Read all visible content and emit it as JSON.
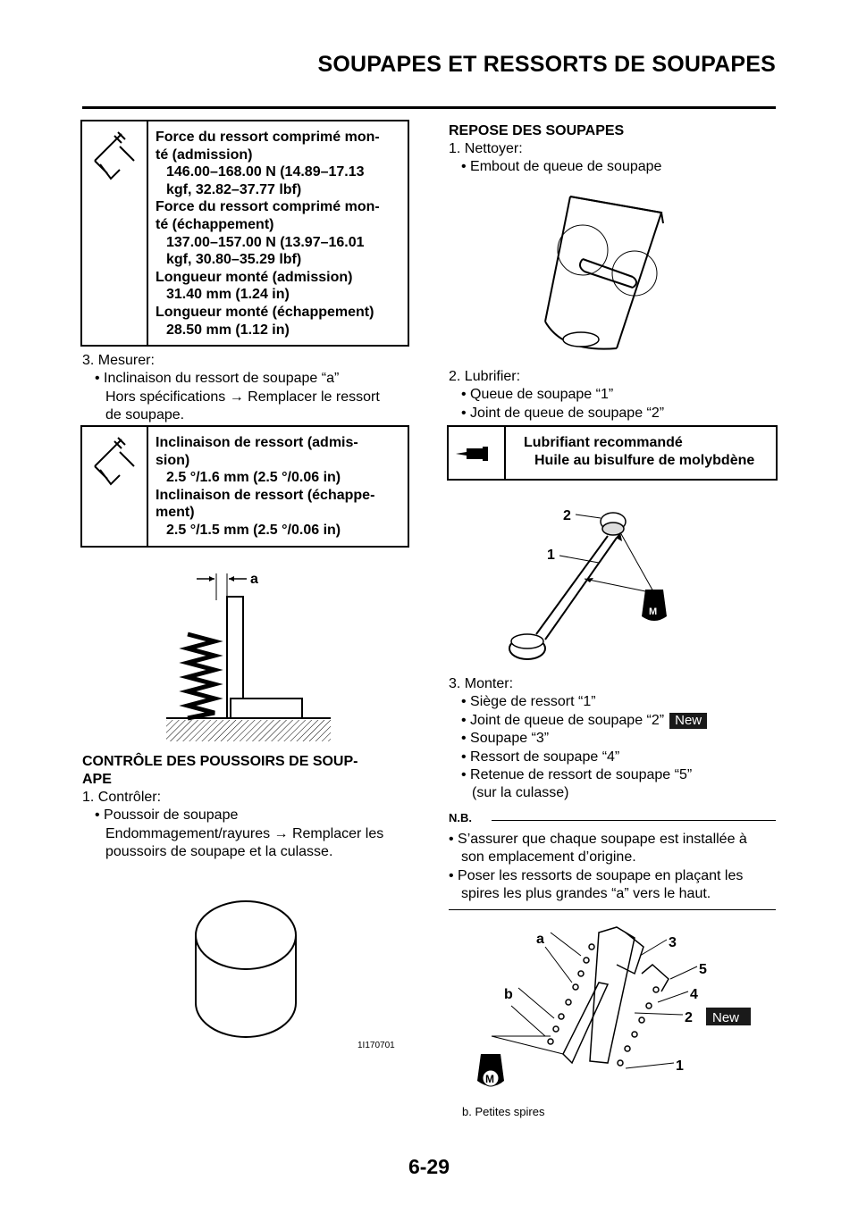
{
  "header": {
    "title": "SOUPAPES ET RESSORTS DE SOUPAPES"
  },
  "spec_box_1": {
    "lines": [
      {
        "text": "Force du ressort comprimé mon-",
        "indent": false
      },
      {
        "text": "té (admission)",
        "indent": false
      },
      {
        "text": "146.00–168.00 N (14.89–17.13",
        "indent": true
      },
      {
        "text": "kgf, 32.82–37.77 lbf)",
        "indent": true
      },
      {
        "text": "Force du ressort comprimé mon-",
        "indent": false
      },
      {
        "text": "té (échappement)",
        "indent": false
      },
      {
        "text": "137.00–157.00 N (13.97–16.01",
        "indent": true
      },
      {
        "text": "kgf, 30.80–35.29 lbf)",
        "indent": true
      },
      {
        "text": "Longueur monté (admission)",
        "indent": false
      },
      {
        "text": "31.40 mm (1.24 in)",
        "indent": true
      },
      {
        "text": "Longueur monté (échappement)",
        "indent": false
      },
      {
        "text": "28.50 mm (1.12 in)",
        "indent": true
      }
    ]
  },
  "measure": {
    "step": "3. Mesurer:",
    "item": "• Inclinaison du ressort de soupape “a”",
    "note1": "Hors spécifications → Remplacer le ressort",
    "note2": "de soupape."
  },
  "spec_box_2": {
    "lines": [
      {
        "text": "Inclinaison de ressort (admis-",
        "indent": false
      },
      {
        "text": "sion)",
        "indent": false
      },
      {
        "text": "2.5 °/1.6 mm (2.5 °/0.06 in)",
        "indent": true
      },
      {
        "text": "Inclinaison de ressort (échappe-",
        "indent": false
      },
      {
        "text": "ment)",
        "indent": false
      },
      {
        "text": "2.5 °/1.5 mm (2.5 °/0.06 in)",
        "indent": true
      }
    ]
  },
  "fig_spring": {
    "label_a": "a"
  },
  "lifters": {
    "heading1": "CONTRÔLE DES POUSSOIRS DE SOUP-",
    "heading2": "APE",
    "step": "1. Contrôler:",
    "item": "• Poussoir de soupape",
    "note1": "Endommagement/rayures → Remplacer les",
    "note2": "poussoirs de soupape et la culasse."
  },
  "fig_lifter": {
    "code": "1I170701"
  },
  "install": {
    "heading": "REPOSE DES SOUPAPES",
    "step1": "1. Nettoyer:",
    "step1_item": "• Embout de queue de soupape",
    "step2": "2. Lubrifier:",
    "step2_item1": "• Queue de soupape “1”",
    "step2_item2": "• Joint de queue de soupape “2”"
  },
  "lube_box": {
    "title": "Lubrifiant recommandé",
    "value": "Huile au bisulfure de molybdène"
  },
  "fig_valve": {
    "label_1": "1",
    "label_2": "2",
    "m_symbol": "M"
  },
  "mount": {
    "step": "3. Monter:",
    "items": [
      "• Siège de ressort “1”",
      "• Joint de queue de soupape “2”",
      "• Soupape “3”",
      "• Ressort de soupape “4”",
      "• Retenue de ressort de soupape “5”"
    ],
    "sub": "(sur la culasse)",
    "new_badge": "New"
  },
  "nb": {
    "label": "N.B.",
    "items": [
      [
        "• S’assurer que chaque soupape est installée à",
        "son emplacement d’origine."
      ],
      [
        "• Poser les ressorts de soupape en plaçant les",
        "spires les plus grandes “a” vers le haut."
      ]
    ]
  },
  "fig_assembly": {
    "labels": {
      "a": "a",
      "b": "b",
      "n1": "1",
      "n2": "2",
      "n3": "3",
      "n4": "4",
      "n5": "5"
    },
    "m_symbol": "M",
    "new_badge": "New",
    "caption": "b.  Petites spires"
  },
  "footer": {
    "page": "6-29"
  }
}
